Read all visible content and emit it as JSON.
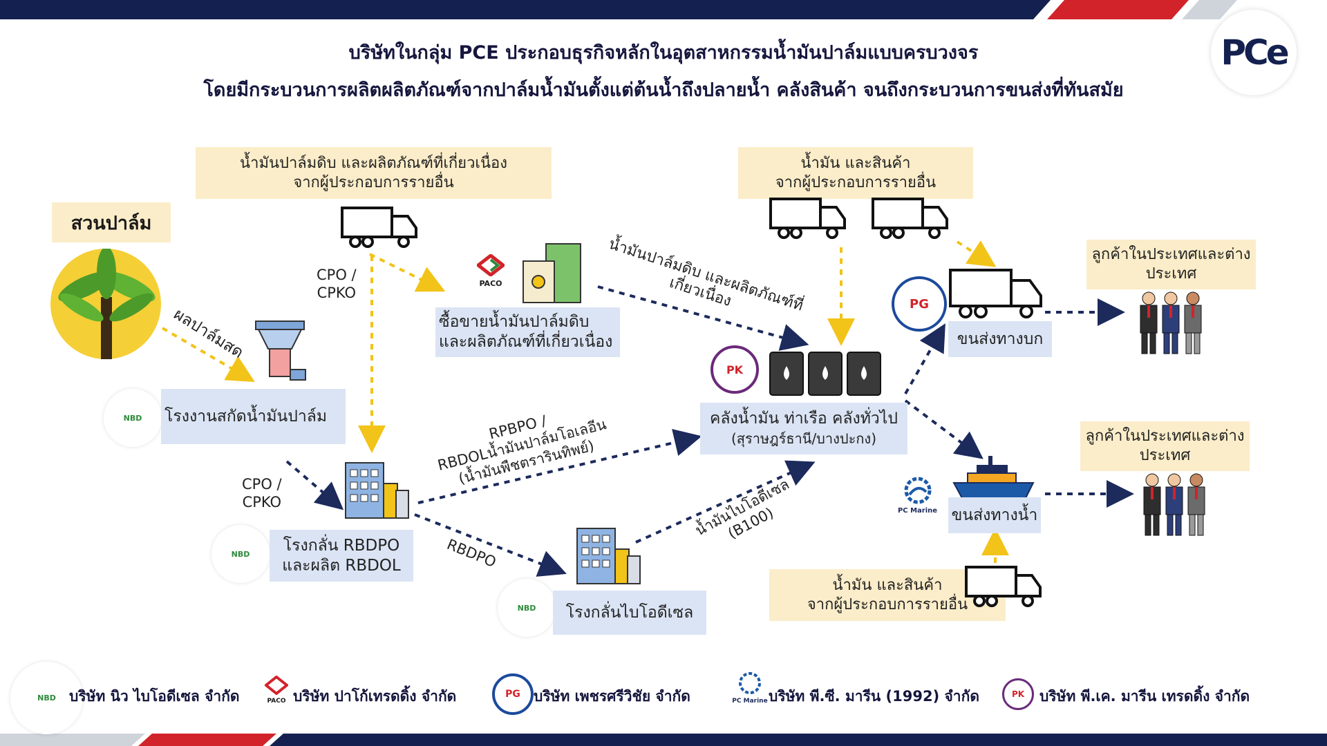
{
  "header": {
    "title_line1": "บริษัทในกลุ่ม PCE ประกอบธุรกิจหลักในอุตสาหกรรมน้ำมันปาล์มแบบครบวงจร",
    "title_line2": "โดยมีกระบวนการผลิตผลิตภัณฑ์จากปาล์มน้ำมันตั้งแต่ต้นน้ำถึงปลายน้ำ คลังสินค้า จนถึงกระบวนการขนส่งที่ทันสมัย",
    "logo_text": "PCe"
  },
  "diagram": {
    "palm_garden": "สวนปาล์ม",
    "supplier_crude": {
      "line1": "น้ำมันปาล์มดิบ และผลิตภัณฑ์ที่เกี่ยวเนื่อง",
      "line2": "จากผู้ประกอบการรายอื่น"
    },
    "supplier_oil_top": {
      "line1": "น้ำมัน และสินค้า",
      "line2": "จากผู้ประกอบการรายอื่น"
    },
    "supplier_oil_bottom": {
      "line1": "น้ำมัน และสินค้า",
      "line2": "จากผู้ประกอบการรายอื่น"
    },
    "fresh_palm_label": "ผลปาล์มสด",
    "extraction_plant": "โรงงานสกัดน้ำมันปาล์ม",
    "cpo_cpko_1": {
      "line1": "CPO /",
      "line2": "CPKO"
    },
    "cpo_cpko_2": {
      "line1": "CPO /",
      "line2": "CPKO"
    },
    "trading": {
      "line1": "ซื้อขายน้ำมันปาล์มดิบ",
      "line2": "และผลิตภัณฑ์ที่เกี่ยวเนื่อง"
    },
    "crude_to_depot": {
      "line1": "น้ำมันปาล์มดิบ และผลิตภัณฑ์ที่",
      "line2": "เกี่ยวเนื่อง"
    },
    "refinery": {
      "line1": "โรงกลั่น RBDPO",
      "line2": "และผลิต RBDOL"
    },
    "rbd_products": {
      "line1": "RPBPO /",
      "line2": "RBDOLน้ำมันปาล์มโอเลอีน",
      "line3": "(น้ำมันพืชตรารินทิพย์)"
    },
    "rbdpo_label": "RBDPO",
    "biodiesel_plant": "โรงกลั่นไบโอดีเซล",
    "biodiesel_label": {
      "line1": "น้ำมันไบโอดีเซล",
      "line2": "(B100)"
    },
    "depot": {
      "line1": "คลังน้ำมัน ท่าเรือ คลังทั่วไป",
      "line2": "(สุราษฎร์ธานี/บางปะกง)"
    },
    "land_transport": "ขนส่งทางบก",
    "water_transport": "ขนส่งทางน้ำ",
    "customers_top": {
      "line1": "ลูกค้าในประเทศและต่าง",
      "line2": "ประเทศ"
    },
    "customers_bottom": {
      "line1": "ลูกค้าในประเทศและต่าง",
      "line2": "ประเทศ"
    },
    "logo_nbd": "NBD",
    "logo_paco": "PACO",
    "logo_pc_marine": "PC Marine",
    "logo_pk": "PK",
    "logo_pg": "PG"
  },
  "footer": {
    "companies": [
      "บริษัท นิว ไบโอดีเซล จำกัด",
      "บริษัท ปาโก้เทรดดิ้ง จำกัด",
      "บริษัท เพชรศรีวิชัย จำกัด",
      "บริษัท พี.ซี. มารีน (1992) จำกัด",
      "บริษัท พี.เค. มารีน เทรดดิ้ง จำกัด"
    ]
  },
  "colors": {
    "navy": "#14204f",
    "red": "#d2232a",
    "yellow_box": "#fbedc9",
    "blue_box": "#dbe4f4",
    "arrow_yellow": "#f2c318",
    "arrow_navy": "#1c2a5c"
  }
}
